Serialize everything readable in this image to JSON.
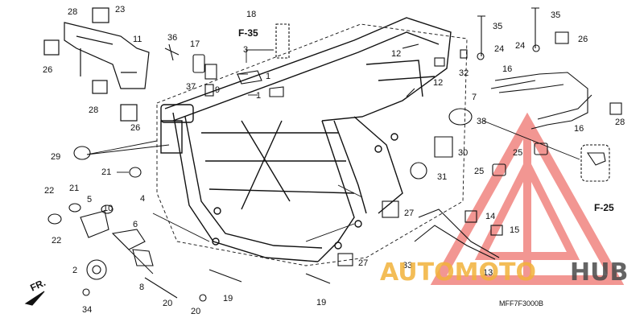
{
  "diagram": {
    "part_code": "MFF7F3000B",
    "direction_label": "FR.",
    "refs": {
      "top": "F-35",
      "bottom": "F-25"
    },
    "callouts": {
      "c1": "1",
      "c2": "2",
      "c3": "3",
      "c4": "4",
      "c5": "5",
      "c6": "6",
      "c7": "7",
      "c8": "8",
      "c9": "9",
      "c10": "10",
      "c11": "11",
      "c12a": "12",
      "c12b": "12",
      "c13": "13",
      "c14": "14",
      "c15": "15",
      "c16a": "16",
      "c16b": "16",
      "c17": "17",
      "c18": "18",
      "c19a": "19",
      "c19b": "19",
      "c20a": "20",
      "c20b": "20",
      "c21a": "21",
      "c21b": "21",
      "c22a": "22",
      "c22b": "22",
      "c23": "23",
      "c24a": "24",
      "c24b": "24",
      "c25a": "25",
      "c25b": "25",
      "c26a": "26",
      "c26b": "26",
      "c26c": "26",
      "c27a": "27",
      "c27b": "27",
      "c28a": "28",
      "c28b": "28",
      "c28c": "28",
      "c29": "29",
      "c30": "30",
      "c31": "31",
      "c32": "32",
      "c33": "33",
      "c34": "34",
      "c35a": "35",
      "c35b": "35",
      "c36": "36",
      "c37": "37",
      "c38": "38"
    }
  },
  "watermark": {
    "part1": "AUTOMOTO",
    "part2": "HUB",
    "color_primary": "#f2b23a",
    "color_secondary": "#4a4a4a",
    "triangle_color": "#e8423a"
  }
}
